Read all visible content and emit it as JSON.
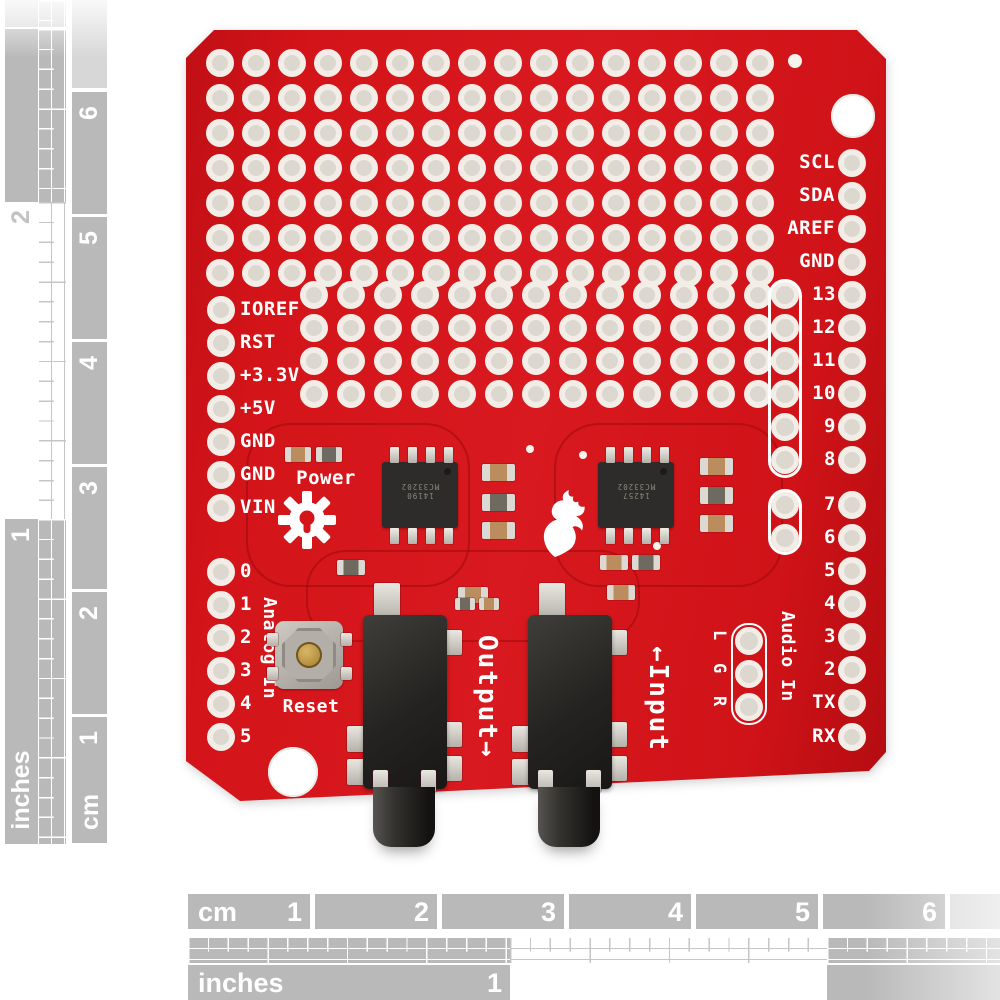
{
  "photo": {
    "board": {
      "silkscreen": {
        "right_upper": [
          "SCL",
          "SDA",
          "AREF",
          "GND"
        ],
        "right_digital": [
          "13",
          "12",
          "11",
          "10",
          "9",
          "8"
        ],
        "right_lower": [
          "7",
          "6",
          "5",
          "4",
          "3",
          "2",
          "TX",
          "RX"
        ],
        "left_power": [
          "IOREF",
          "RST",
          "+3.3V",
          "+5V",
          "GND",
          "GND",
          "VIN"
        ],
        "left_analog": [
          "0",
          "1",
          "2",
          "3",
          "4",
          "5"
        ],
        "analog_group": "Analog In",
        "power_group": "Power",
        "reset": "Reset",
        "output": "Output",
        "output_arrow": "→",
        "input": "Input",
        "input_arrow": "←",
        "audio_in": "Audio In",
        "audio_channels": [
          "L",
          "G",
          "R"
        ]
      },
      "ic1_marking": [
        "MC33202",
        "14190"
      ],
      "ic2_marking": [
        "MC33202",
        "14257"
      ],
      "colors": {
        "board_red": "#d31419",
        "silkscreen_white": "#ffffff",
        "hole_ring": "#f2eee7",
        "metal_silver": "#cfccc6",
        "reset_gold": "#c2a04a",
        "ic_black": "#2d2c2a",
        "jack_black": "#242321"
      }
    },
    "rulers": {
      "left": {
        "inch_label": "inches",
        "inch_numbers": [
          "1",
          "2"
        ],
        "cm_label": "cm",
        "cm_numbers": [
          "1",
          "2",
          "3",
          "4",
          "5",
          "6"
        ]
      },
      "bottom": {
        "inch_label": "inches",
        "inch_numbers": [
          "1"
        ],
        "cm_label": "cm",
        "cm_numbers": [
          "1",
          "2",
          "3",
          "4",
          "5",
          "6"
        ]
      },
      "colors": {
        "gray": "#b9b9b9",
        "faded": "#d7d7d7",
        "number_white": "#ffffff"
      }
    }
  }
}
